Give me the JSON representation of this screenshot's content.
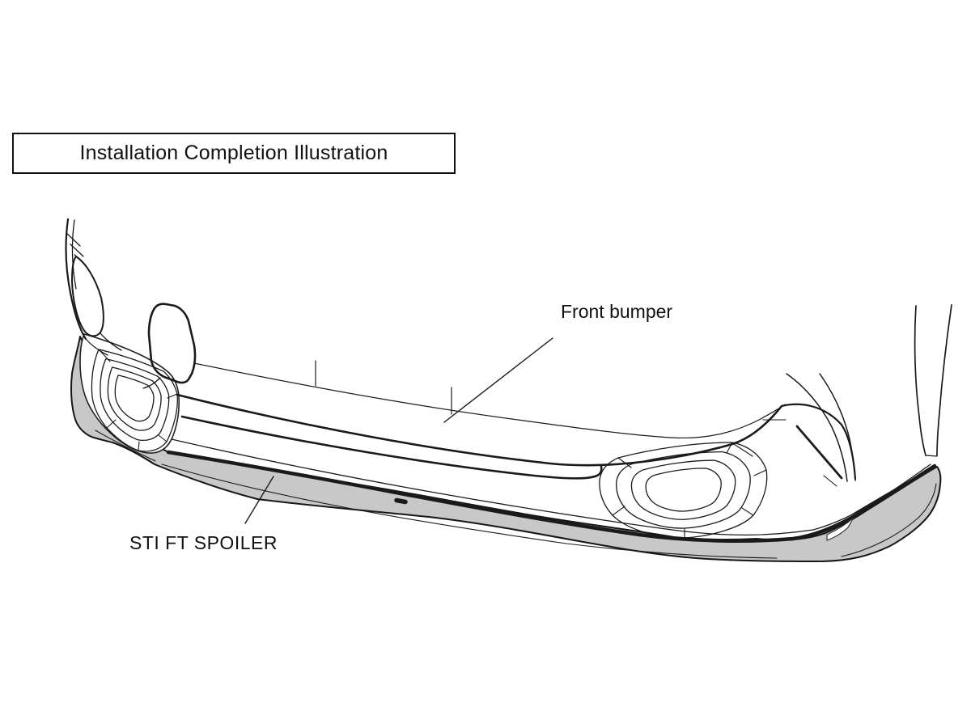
{
  "title_box": {
    "label": "Installation Completion Illustration"
  },
  "annotations": {
    "front_bumper": {
      "label": "Front bumper"
    },
    "spoiler": {
      "label": "STI FT SPOILER"
    }
  },
  "colors": {
    "line": "#1a1a1a",
    "spoiler_fill": "#c8c8c8",
    "background": "#ffffff"
  }
}
